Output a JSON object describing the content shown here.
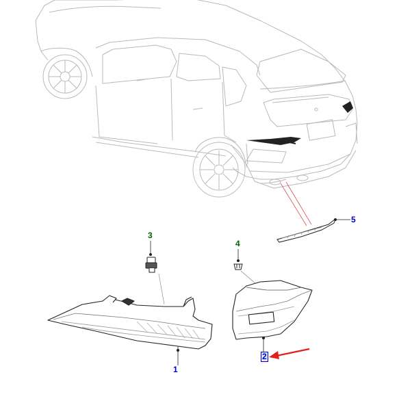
{
  "colors": {
    "line": "#b9b9b9",
    "part_outline": "#222222",
    "label_blue": "#0000cc",
    "label_green": "#006600",
    "pointer_red": "#e02020",
    "leader_red": "#e05050"
  },
  "callouts": [
    {
      "id": "1",
      "text": "1",
      "color": "blue"
    },
    {
      "id": "2",
      "text": "2",
      "color": "blue",
      "selected": true
    },
    {
      "id": "3",
      "text": "3",
      "color": "green"
    },
    {
      "id": "4",
      "text": "4",
      "color": "green"
    },
    {
      "id": "5",
      "text": "5",
      "color": "blue"
    }
  ]
}
